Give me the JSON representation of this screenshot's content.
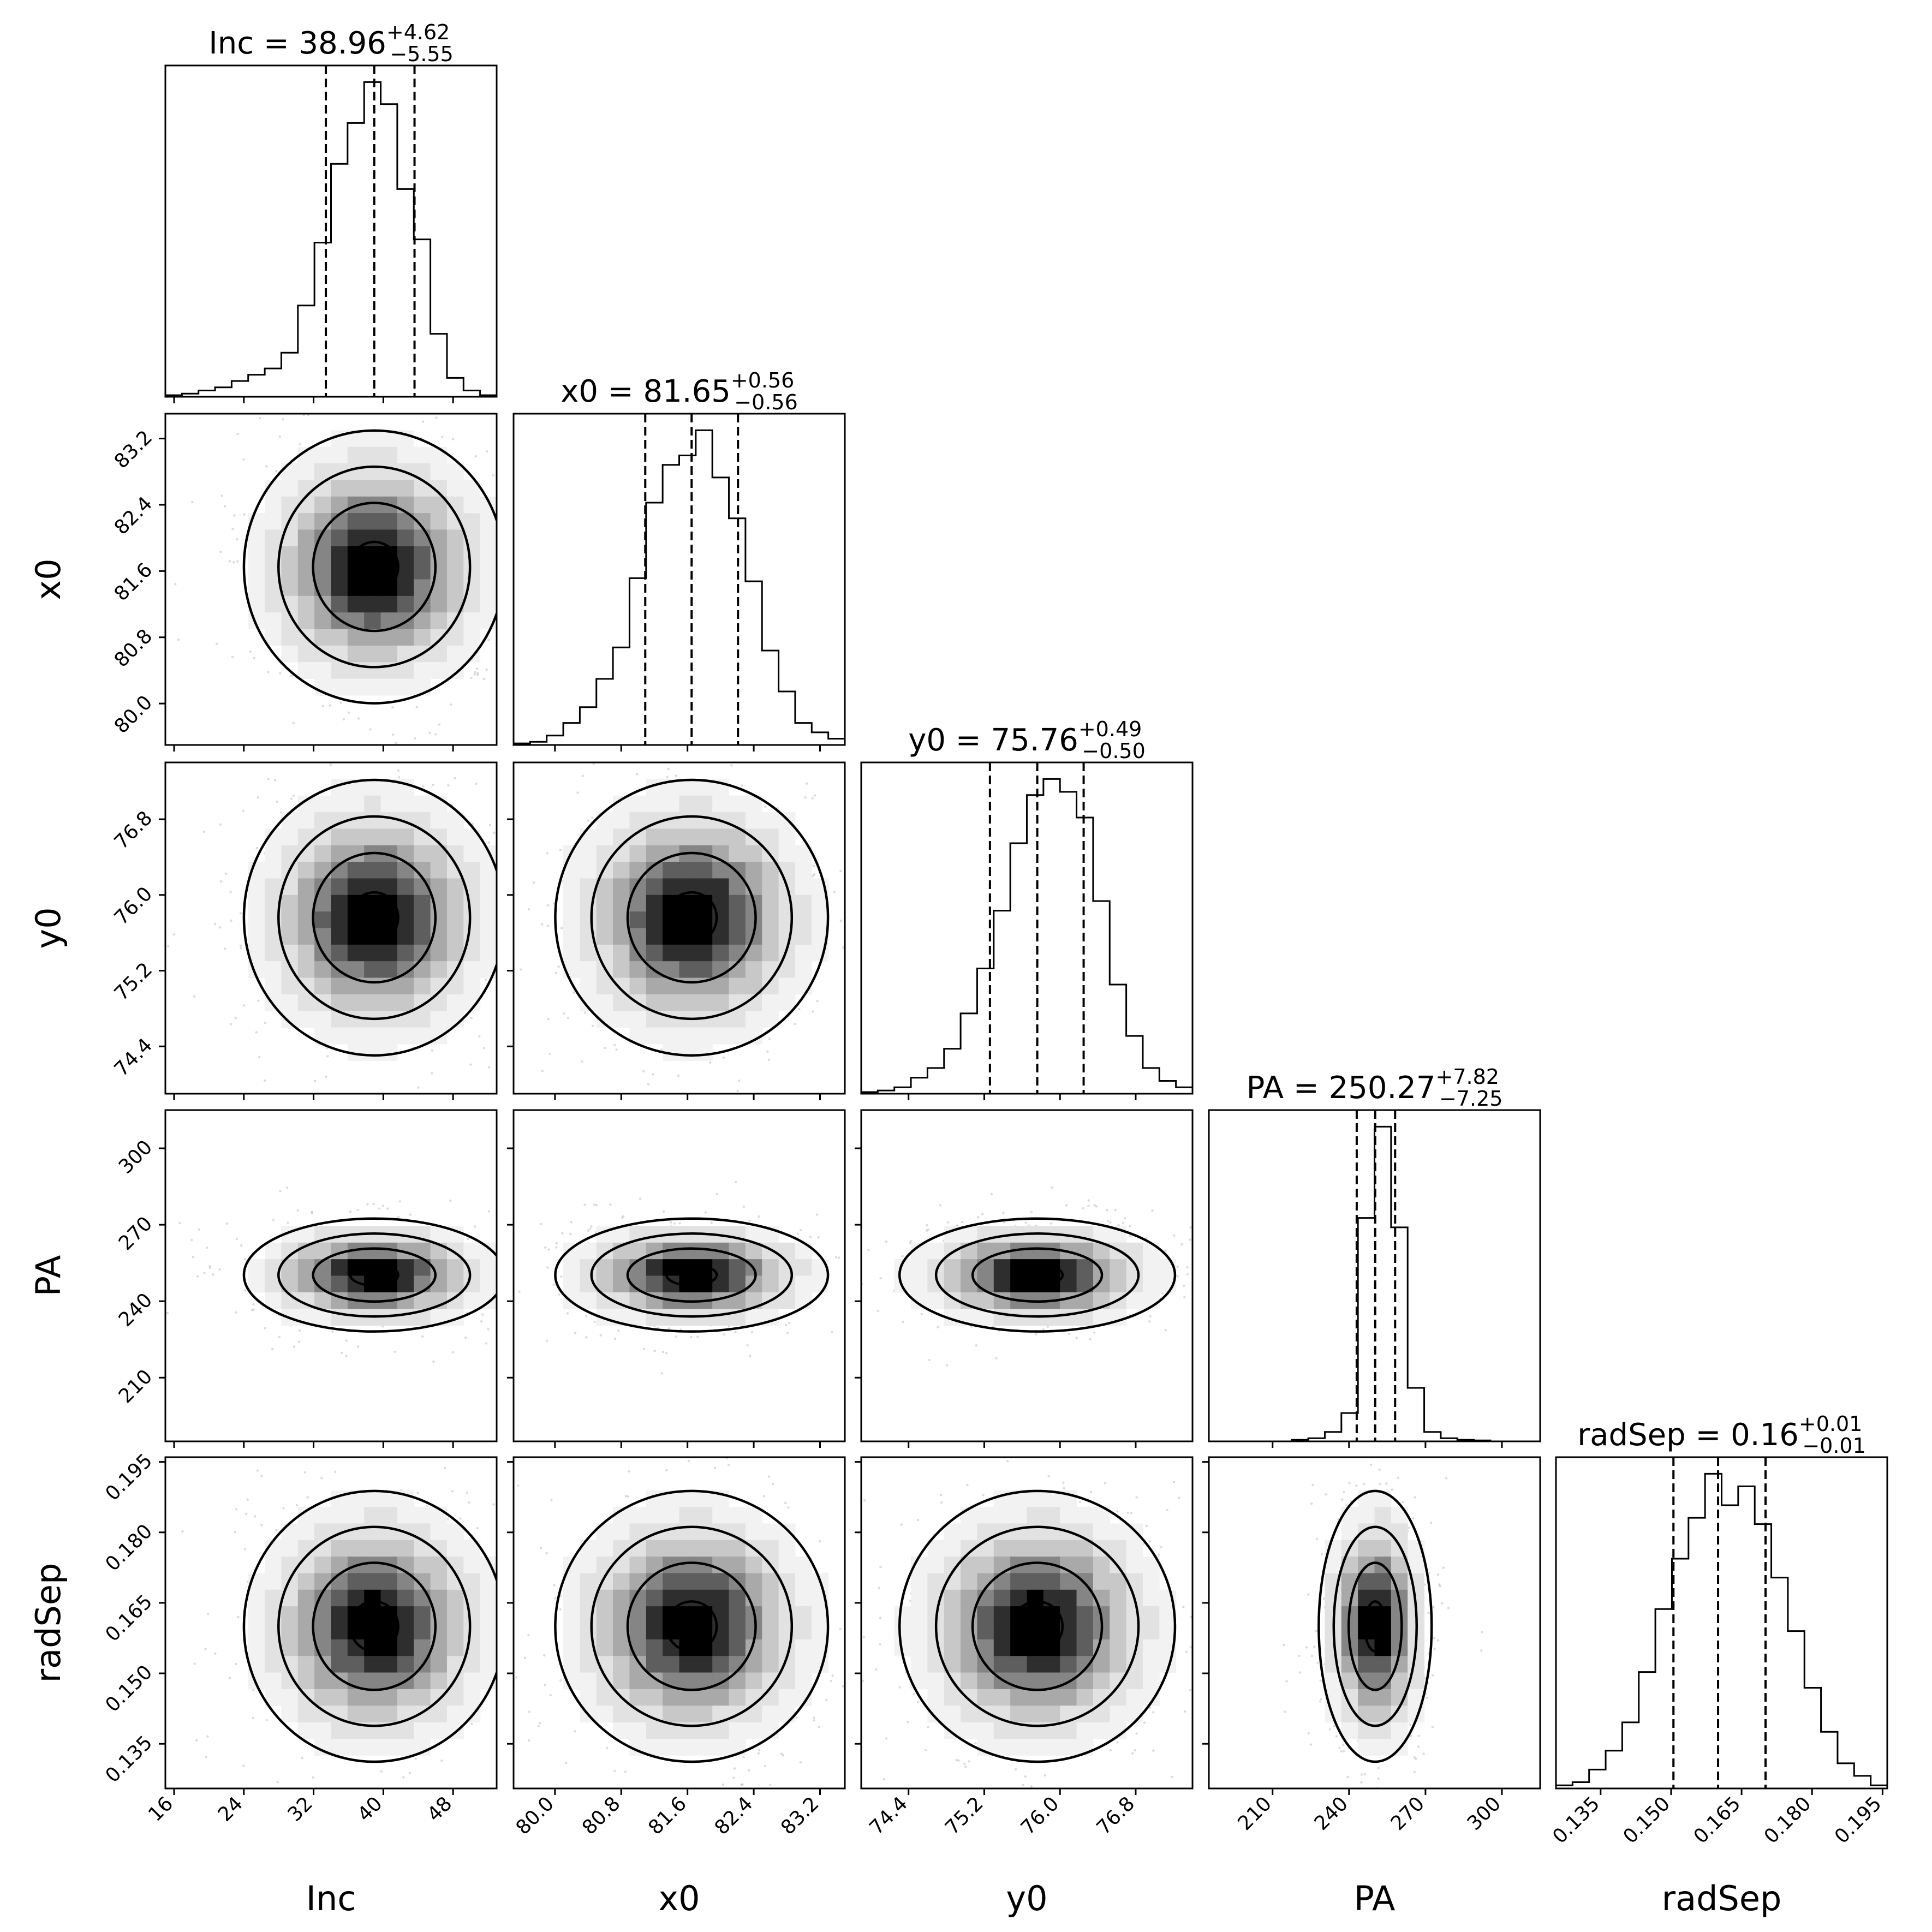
{
  "chart_data": {
    "type": "corner",
    "parameters": [
      {
        "name": "Inc",
        "title": "Inc = 38.96",
        "upper": "+4.62",
        "lower": "−5.55",
        "median": 38.96,
        "q_low": 33.41,
        "q_high": 43.58,
        "range": [
          15,
          53
        ],
        "ticks": [
          "16",
          "24",
          "32",
          "40",
          "48"
        ],
        "tick_values": [
          16,
          24,
          32,
          40,
          48
        ],
        "hist": [
          0.005,
          0.01,
          0.02,
          0.03,
          0.05,
          0.07,
          0.09,
          0.14,
          0.29,
          0.49,
          0.74,
          0.87,
          1.0,
          0.93,
          0.66,
          0.5,
          0.2,
          0.06,
          0.02,
          0.005
        ]
      },
      {
        "name": "x0",
        "title": "x0 = 81.65",
        "upper": "+0.56",
        "lower": "−0.56",
        "median": 81.65,
        "q_low": 81.09,
        "q_high": 82.21,
        "range": [
          79.5,
          83.5
        ],
        "ticks": [
          "80.0",
          "80.8",
          "81.6",
          "82.4",
          "83.2"
        ],
        "tick_values": [
          80.0,
          80.8,
          81.6,
          82.4,
          83.2
        ],
        "hist": [
          0.005,
          0.01,
          0.03,
          0.07,
          0.12,
          0.21,
          0.31,
          0.53,
          0.77,
          0.89,
          0.92,
          1.0,
          0.85,
          0.72,
          0.52,
          0.3,
          0.17,
          0.07,
          0.04,
          0.02
        ]
      },
      {
        "name": "y0",
        "title": "y0 = 75.76",
        "upper": "+0.49",
        "lower": "−0.50",
        "median": 75.76,
        "q_low": 75.26,
        "q_high": 76.25,
        "range": [
          73.9,
          77.4
        ],
        "ticks": [
          "74.4",
          "75.2",
          "76.0",
          "76.8"
        ],
        "tick_values": [
          74.4,
          75.2,
          76.0,
          76.8
        ],
        "hist": [
          0.005,
          0.01,
          0.02,
          0.05,
          0.08,
          0.14,
          0.25,
          0.39,
          0.57,
          0.78,
          0.93,
          0.98,
          0.94,
          0.86,
          0.6,
          0.34,
          0.18,
          0.08,
          0.04,
          0.02
        ]
      },
      {
        "name": "PA",
        "title": "PA = 250.27",
        "upper": "+7.82",
        "lower": "−7.25",
        "median": 250.27,
        "q_low": 243.02,
        "q_high": 258.09,
        "range": [
          185,
          315
        ],
        "ticks": [
          "210",
          "240",
          "270",
          "300"
        ],
        "tick_values": [
          210,
          240,
          270,
          300
        ],
        "hist": [
          0.0,
          0.0,
          0.0,
          0.0,
          0.0,
          0.005,
          0.01,
          0.03,
          0.09,
          0.71,
          1.0,
          0.68,
          0.17,
          0.03,
          0.01,
          0.005,
          0.003,
          0.0,
          0.0,
          0.0
        ]
      },
      {
        "name": "radSep",
        "title": "radSep = 0.16",
        "upper": "+0.01",
        "lower": "−0.01",
        "median": 0.16,
        "q_low": 0.1505,
        "q_high": 0.1701,
        "range": [
          0.1255,
          0.196
        ],
        "ticks": [
          "0.135",
          "0.150",
          "0.165",
          "0.180",
          "0.195"
        ],
        "tick_values": [
          0.135,
          0.15,
          0.165,
          0.18,
          0.195
        ],
        "hist": [
          0.01,
          0.02,
          0.06,
          0.12,
          0.21,
          0.37,
          0.57,
          0.73,
          0.86,
          1.0,
          0.9,
          0.96,
          0.84,
          0.67,
          0.5,
          0.32,
          0.18,
          0.08,
          0.04,
          0.01
        ]
      }
    ],
    "dashed_lines": "16th, 50th and 84th percentiles",
    "contours": "2D density contours with grey-shaded histogram and scattered sample points",
    "colors": {
      "line": "#000000",
      "density": "#000000",
      "points": "#999999",
      "background": "#ffffff"
    }
  }
}
